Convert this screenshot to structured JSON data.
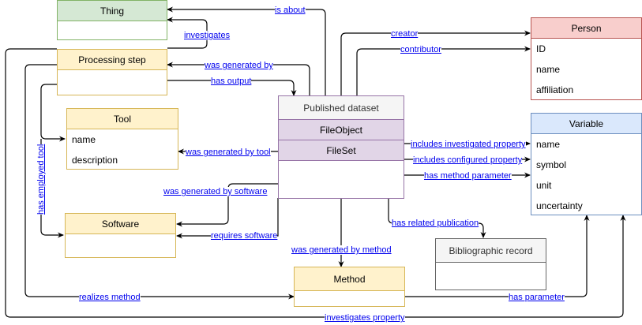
{
  "nodes": {
    "thing": {
      "title": "Thing"
    },
    "processing_step": {
      "title": "Processing step"
    },
    "tool": {
      "title": "Tool",
      "fields": [
        "name",
        "description"
      ]
    },
    "software": {
      "title": "Software"
    },
    "published_dataset": {
      "title": "Published dataset",
      "subtypes": [
        "FileObject",
        "FileSet"
      ]
    },
    "person": {
      "title": "Person",
      "fields": [
        "ID",
        "name",
        "affiliation"
      ]
    },
    "variable": {
      "title": "Variable",
      "fields": [
        "name",
        "symbol",
        "unit",
        "uncertainty"
      ]
    },
    "method": {
      "title": "Method"
    },
    "bibliographic_record": {
      "title": "Bibliographic record"
    }
  },
  "edges": {
    "is_about": "is about",
    "investigates": "investigates",
    "was_generated_by": "was generated by",
    "has_output": "has output",
    "creator": "creator",
    "contributor": "contributor",
    "was_generated_by_tool": "was generated by tool",
    "was_generated_by_software": "was generated by software",
    "requires_software": "requires software",
    "includes_investigated_property": "includes investigated property",
    "includes_configured_property": "includes configured property",
    "has_method_parameter": "has method parameter",
    "has_related_publication": "has related publication",
    "was_generated_by_method": "was generated by method",
    "has_employed_tool": "has employed tool",
    "realizes_method": "realizes method",
    "has_parameter": "has parameter",
    "investigates_property": "investigates property"
  },
  "colors": {
    "link_label": "#0000ee",
    "green_fill": "#d5e8d4",
    "yellow_fill": "#fff2cc",
    "red_fill": "#f8cecc",
    "blue_fill": "#dae8fc",
    "purple_fill": "#e1d5e7",
    "gray_fill": "#f5f5f5"
  }
}
